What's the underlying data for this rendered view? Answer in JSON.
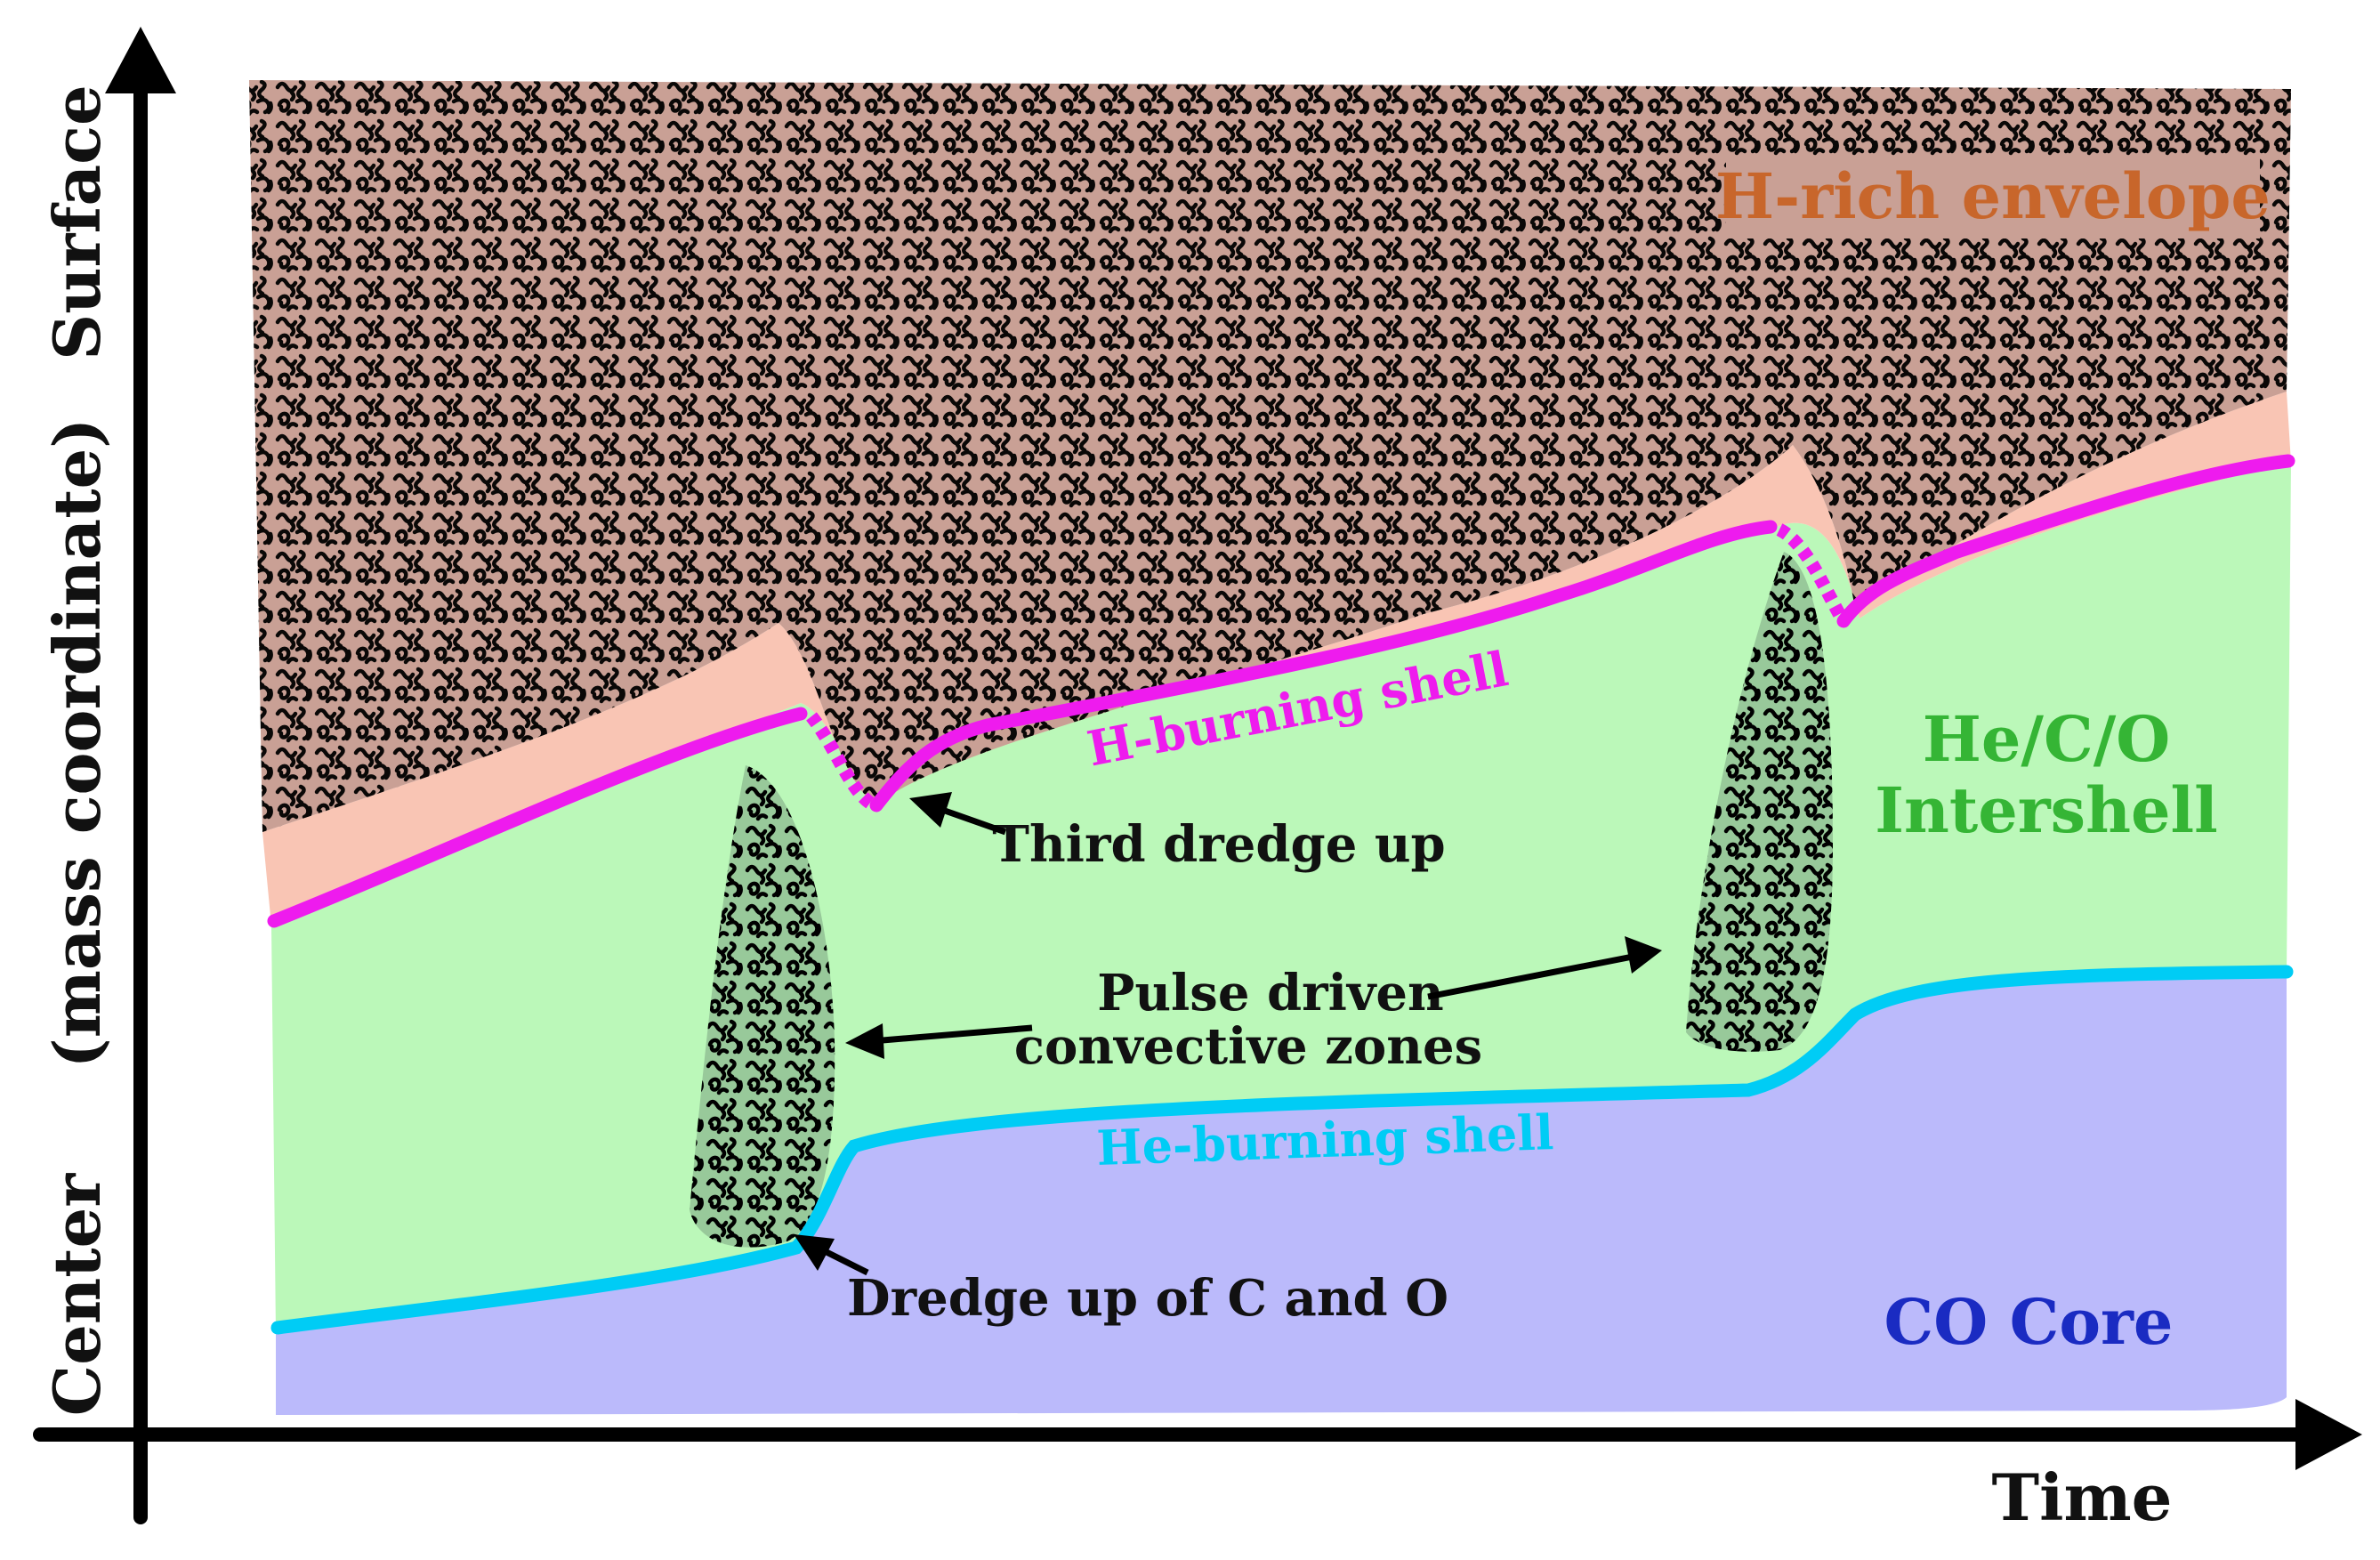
{
  "axes": {
    "x_label": "Time",
    "y_label_top": "Surface",
    "y_label_middle": "(mass coordinate)",
    "y_label_bottom": "Center"
  },
  "regions": {
    "envelope": "H-rich envelope",
    "intershell_line1": "He/C/O",
    "intershell_line2": "Intershell",
    "core": "CO Core"
  },
  "shells": {
    "h_burning": "H-burning shell",
    "he_burning": "He-burning shell"
  },
  "annotations": {
    "third_dredge_up": "Third dredge up",
    "pulse_line1": "Pulse driven",
    "pulse_line2": "convective zones",
    "dredge_co": "Dredge up of C and O"
  },
  "colors": {
    "envelope": "#c9a095",
    "envelope_edge": "#f9c5b4",
    "intershell": "#bbf8b9",
    "core": "#bbbafb",
    "h_shell": "#ee1bee",
    "he_shell": "#00ccf5",
    "pulse_zone": "#98c99a",
    "envelope_text": "#c8662b",
    "intershell_text": "#35b535",
    "core_text": "#1a2bc2"
  }
}
